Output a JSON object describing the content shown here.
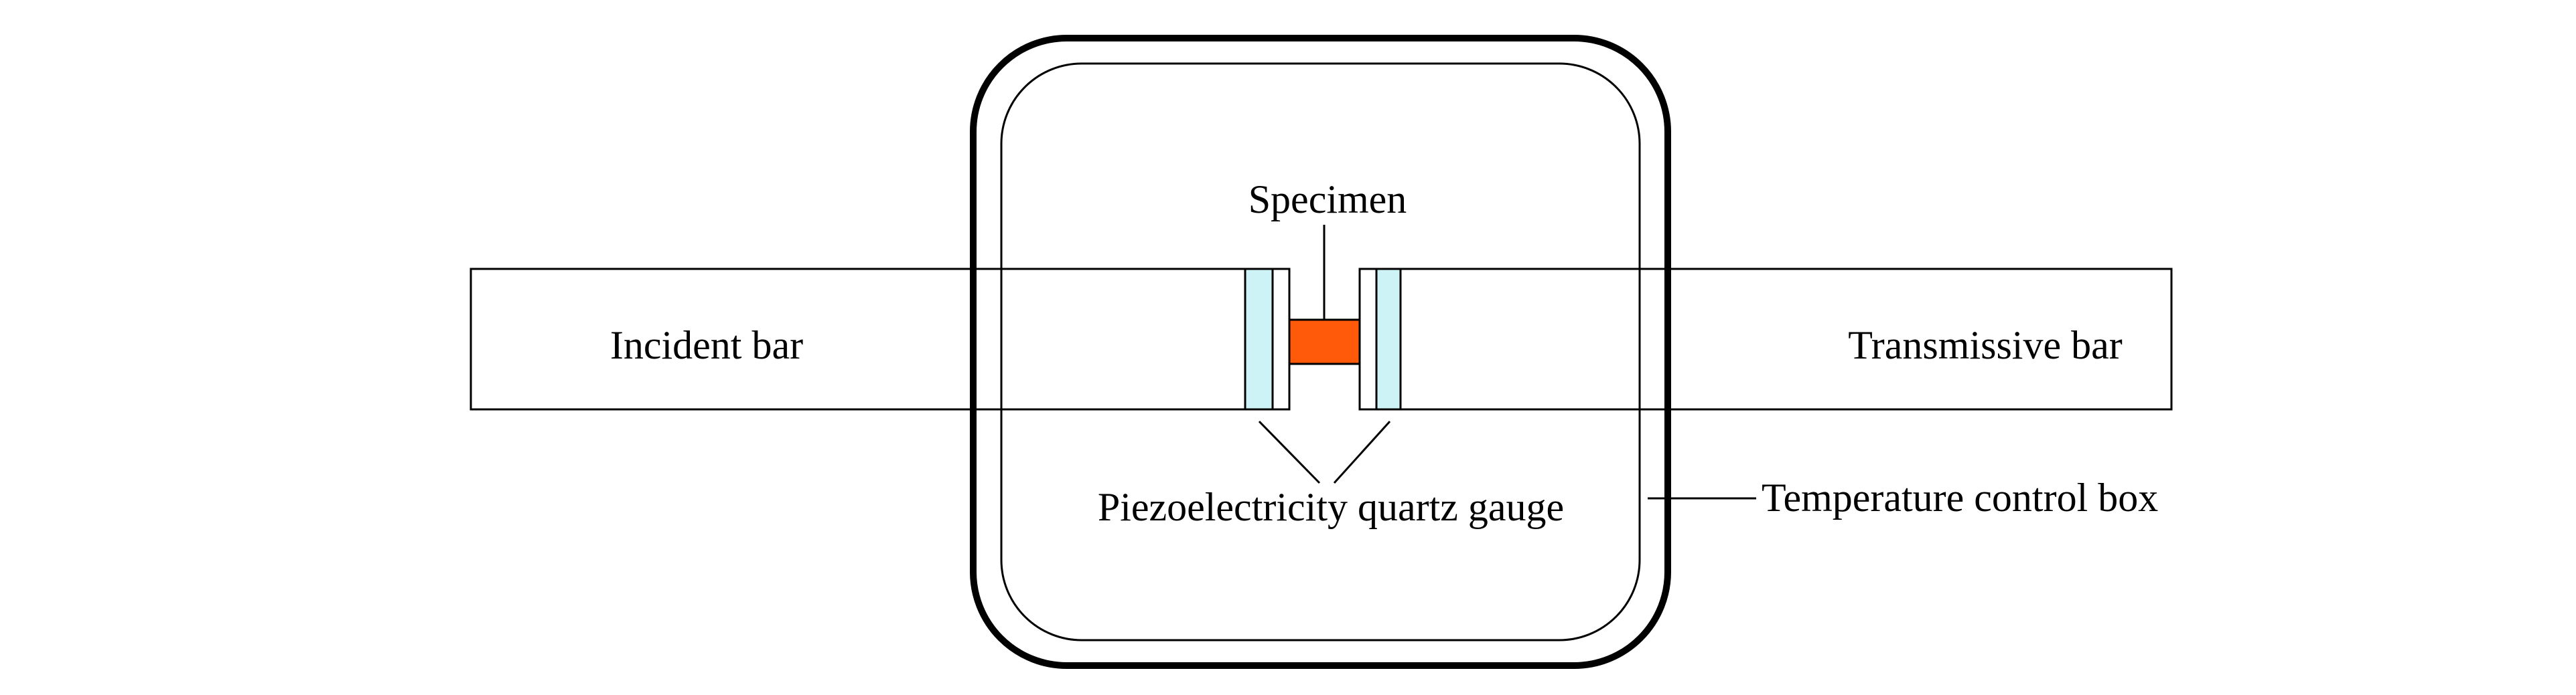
{
  "diagram": {
    "labels": {
      "specimen": "Specimen",
      "incident_bar": "Incident bar",
      "transmissive_bar": "Transmissive bar",
      "gauge": "Piezoelectricity quartz gauge",
      "temperature_box": "Temperature control box"
    },
    "colors": {
      "specimen_fill": "#ff5a0a",
      "gauge_fill": "#cdf3f7",
      "line": "#000000",
      "background": "#ffffff"
    }
  }
}
